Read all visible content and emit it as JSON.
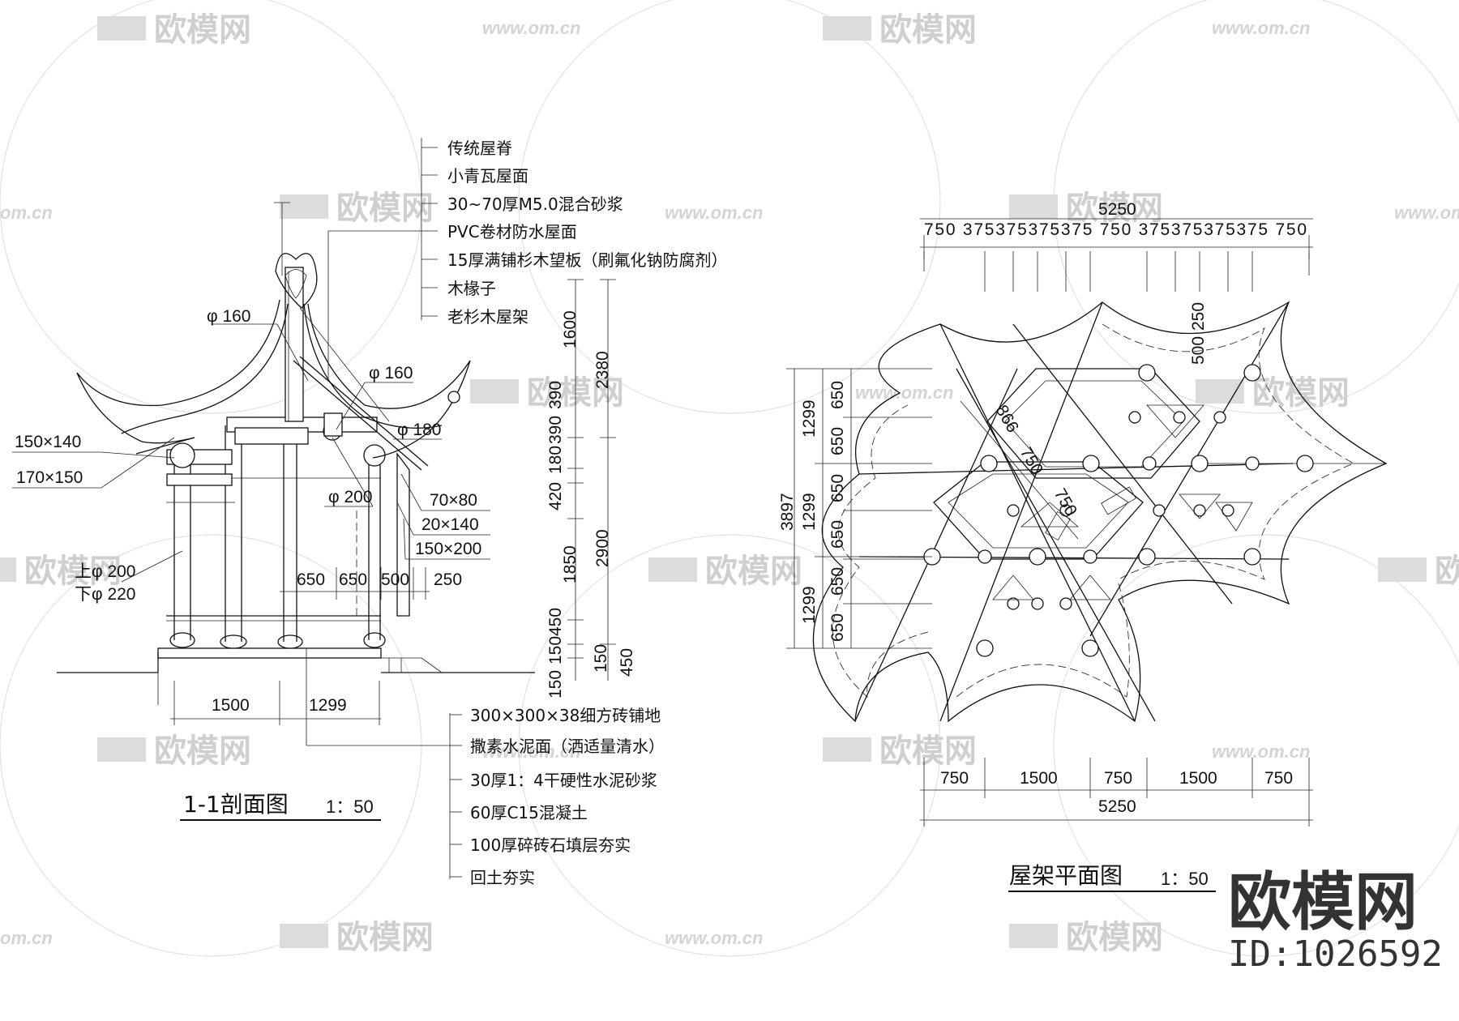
{
  "watermark": {
    "logo": "欧模网",
    "url": "www.om.cn",
    "url_short": "om.cn"
  },
  "section": {
    "title": "1-1剖面图",
    "scale": "1：50",
    "roof_layers": [
      "传统屋脊",
      "小青瓦屋面",
      "30~70厚M5.0混合砂浆",
      "PVC卷材防水屋面",
      "15厚满铺杉木望板（刷氟化钠防腐剂）",
      "木椽子",
      "老杉木屋架"
    ],
    "ground_layers": [
      "300×300×38细方砖铺地",
      "撒素水泥面（洒适量清水）",
      "30厚1：4干硬性水泥砂浆",
      "60厚C15混凝土",
      "100厚碎砖石填层夯实",
      "回土夯实"
    ],
    "member_labels": {
      "phi160_top": "φ 160",
      "phi160_mid": "φ 160",
      "phi180": "φ 180",
      "phi200": "φ 200",
      "s150x140": "150×140",
      "s170x150": "170×150",
      "s70x80": "70×80",
      "s20x140": "20×140",
      "s150x200": "150×200",
      "col_top": "上φ 200",
      "col_bot": "下φ 220"
    },
    "dims_horizontal": [
      "650",
      "650",
      "500",
      "250"
    ],
    "dims_bottom": [
      "1500",
      "1299"
    ],
    "dims_vertical_inner": [
      "1600",
      "390",
      "390",
      "180",
      "420",
      "1850",
      "450",
      "150",
      "150"
    ],
    "dims_vertical_outer": [
      "2380",
      "2900",
      "150",
      "450"
    ]
  },
  "plan": {
    "title": "屋架平面图",
    "scale": "1：50",
    "top_total": "5250",
    "top_dims": "750 375375375375 750 375375375375 750",
    "bottom_dims": [
      "750",
      "1500",
      "750",
      "1500",
      "750"
    ],
    "bottom_total": "5250",
    "left_total": "3897",
    "left_mid": [
      "1299",
      "1299",
      "1299"
    ],
    "left_inner": [
      "650",
      "650",
      "650",
      "650",
      "650",
      "650"
    ],
    "inner_labels": {
      "d250": "250",
      "d500": "500",
      "d866": "866",
      "d750a": "750",
      "d750b": "750"
    }
  },
  "brand": {
    "name": "欧模网",
    "id": "ID:1026592"
  }
}
